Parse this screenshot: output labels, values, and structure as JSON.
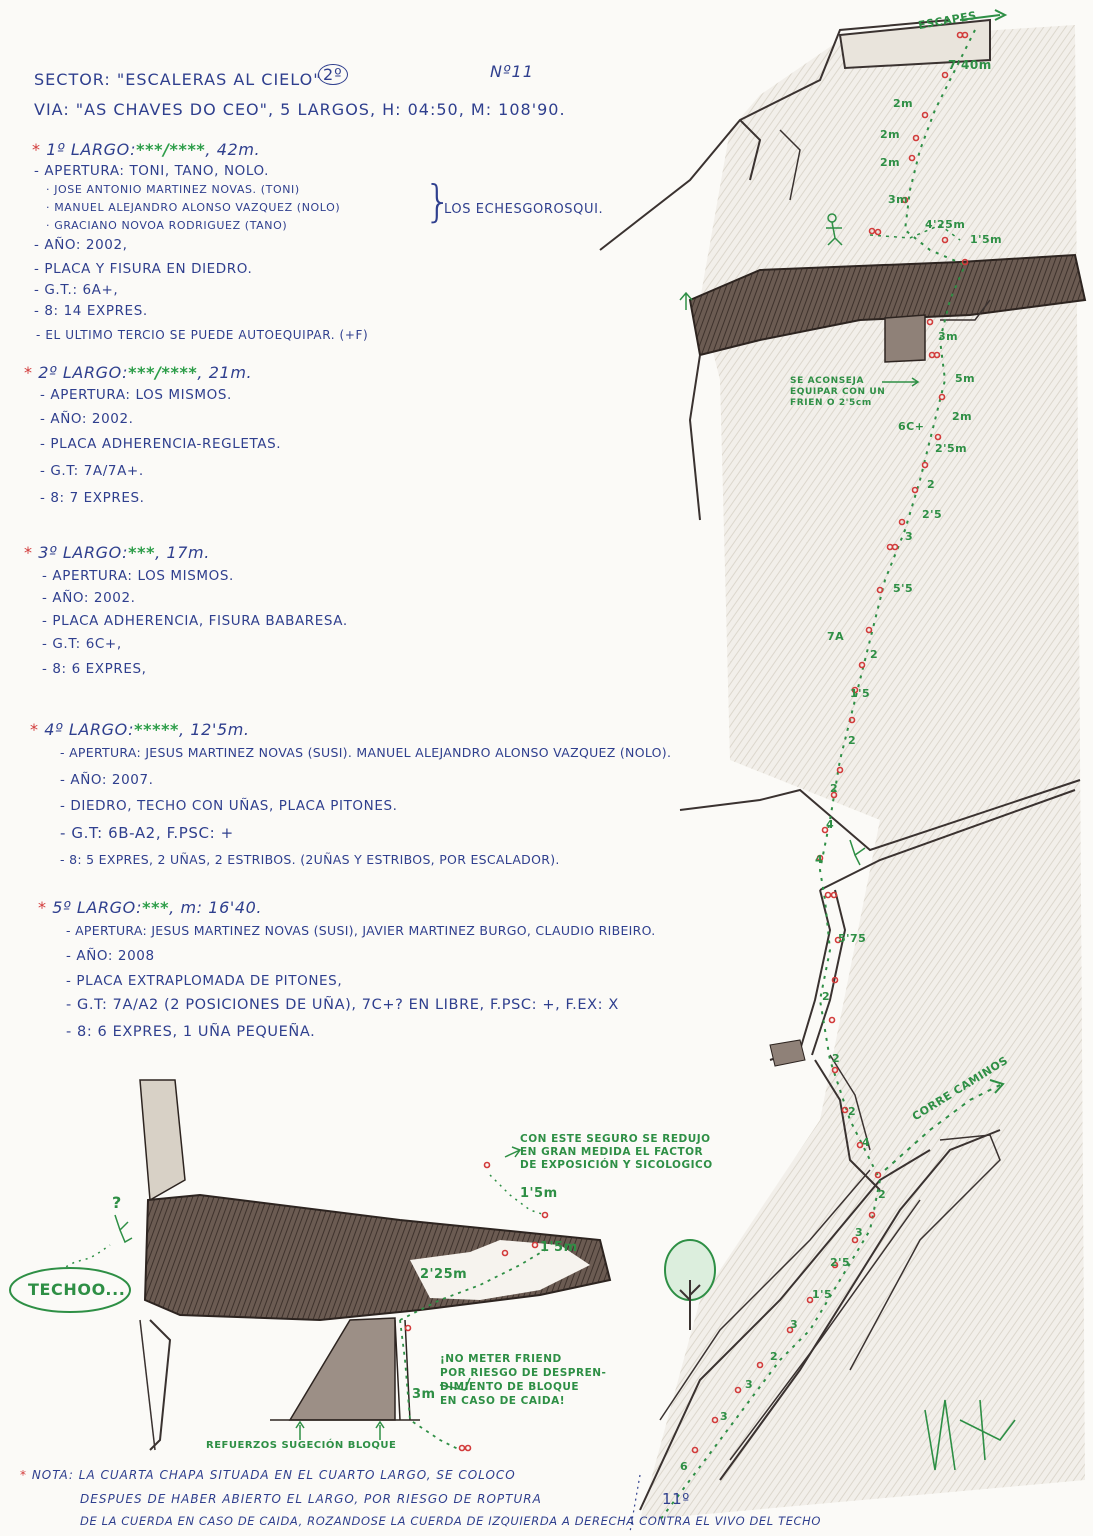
{
  "header": {
    "sector": "SECTOR: \"ESCALERAS AL CIELO\"",
    "sector_num": "2º",
    "number": "Nº11",
    "via": "VIA: \"AS CHAVES DO CEO\", 5 LARGOS, H: 04:50, M: 108'90."
  },
  "pitches": [
    {
      "title": "1º LARGO:",
      "stars": "***/****",
      "length": ", 42m.",
      "items": [
        "- APERTURA: TONI, TANO, NOLO.",
        "· JOSE ANTONIO MARTINEZ NOVAS. (TONI)",
        "· MANUEL ALEJANDRO ALONSO VAZQUEZ (NOLO)",
        "· GRACIANO NOVOA RODRIGUEZ (TANO)",
        "- AÑO: 2002,",
        "- PLACA Y FISURA EN DIEDRO.",
        "- G.T.: 6A+,",
        "- 8: 14 EXPRES.",
        "- EL ULTIMO TERCIO SE PUEDE AUTOEQUIPAR. (+F)"
      ],
      "brace_label": "LOS ECHESGOROSQUI."
    },
    {
      "title": "2º LARGO:",
      "stars": "***/****",
      "length": ", 21m.",
      "items": [
        "- APERTURA: LOS MISMOS.",
        "- AÑO: 2002.",
        "- PLACA ADHERENCIA-REGLETAS.",
        "- G.T: 7A/7A+.",
        "- 8: 7 EXPRES."
      ]
    },
    {
      "title": "3º LARGO:",
      "stars": "***",
      "length": ", 17m.",
      "items": [
        "- APERTURA: LOS MISMOS.",
        "- AÑO: 2002.",
        "- PLACA ADHERENCIA, FISURA BABARESA.",
        "- G.T: 6C+,",
        "- 8: 6 EXPRES,"
      ]
    },
    {
      "title": "4º LARGO:",
      "stars": "*****",
      "length": ", 12'5m.",
      "items": [
        "- APERTURA: JESUS MARTINEZ NOVAS (SUSI). MANUEL ALEJANDRO ALONSO VAZQUEZ (NOLO).",
        "- AÑO: 2007.",
        "- DIEDRO, TECHO CON UÑAS, PLACA PITONES.",
        "- G.T: 6B-A2,     F.PSC: +",
        "- 8: 5 EXPRES, 2 UÑAS, 2 ESTRIBOS. (2UÑAS Y ESTRIBOS, POR ESCALADOR)."
      ]
    },
    {
      "title": "5º LARGO:",
      "stars": "***",
      "length": ", m: 16'40.",
      "items": [
        "- APERTURA: JESUS MARTINEZ NOVAS (SUSI), JAVIER MARTINEZ BURGO, CLAUDIO RIBEIRO.",
        "- AÑO: 2008",
        "- PLACA EXTRAPLOMADA DE PITONES,",
        "- G.T: 7A/A2 (2 POSICIONES DE UÑA), 7C+? EN LIBRE,  F.PSC: +, F.EX: X",
        "- 8: 6 EXPRES, 1 UÑA PEQUEÑA."
      ]
    }
  ],
  "topo": {
    "escapes": "ESCAPES",
    "advice": [
      "SE ACONSEJA",
      "EQUIPAR CON UN",
      "FRIEN O 2'5cm"
    ],
    "corre_caminos": "CORRE CAMINOS",
    "start_number": "11º",
    "labels_upper": [
      "7'40m",
      "2m",
      "2m",
      "2m",
      "3m",
      "4'25m",
      "1'5m"
    ],
    "labels_mid": [
      "3m",
      "5m",
      "2m",
      "6C+",
      "2'5m",
      "2",
      "2'5",
      "3",
      "5'5",
      "7A",
      "2",
      "1'5",
      "2",
      "2",
      "4",
      "4"
    ],
    "labels_lower": [
      "5'75",
      "2",
      "2",
      "2",
      "4",
      "2",
      "3",
      "2'5",
      "1'5",
      "3",
      "2",
      "3",
      "3",
      "6"
    ]
  },
  "detail": {
    "techo": "TECHOO...",
    "question": "?",
    "seguro_note": [
      "CON ESTE SEGURO SE REDUJO",
      "EN GRAN MEDIDA EL FACTOR",
      "DE EXPOSICIÓN Y SICOLOGICO"
    ],
    "labels": [
      "1'5m",
      "1'5m",
      "2'25m",
      "3m"
    ],
    "warning": [
      "¡NO METER FRIEND",
      "POR RIESGO DE DESPREN-",
      "DIMIENTO DE BLOQUE",
      "EN CASO DE CAIDA!"
    ],
    "refuerzos": "REFUERZOS SUGECIÓN BLOQUE"
  },
  "footer_note": {
    "star": "*",
    "lines": [
      "NOTA: LA CUARTA CHAPA SITUADA EN EL CUARTO LARGO, SE COLOCO",
      "DESPUES DE HABER ABIERTO EL LARGO, POR RIESGO DE ROPTURA",
      "DE LA CUERDA EN CASO DE CAIDA, ROZANDOSE LA CUERDA DE IZQUIERDA A DERECHA CONTRA EL VIVO DEL TECHO"
    ]
  },
  "colors": {
    "ink": "#2f3f8e",
    "green": "#2e8f45",
    "red": "#d23a3a",
    "rock": "#5a4a42"
  }
}
